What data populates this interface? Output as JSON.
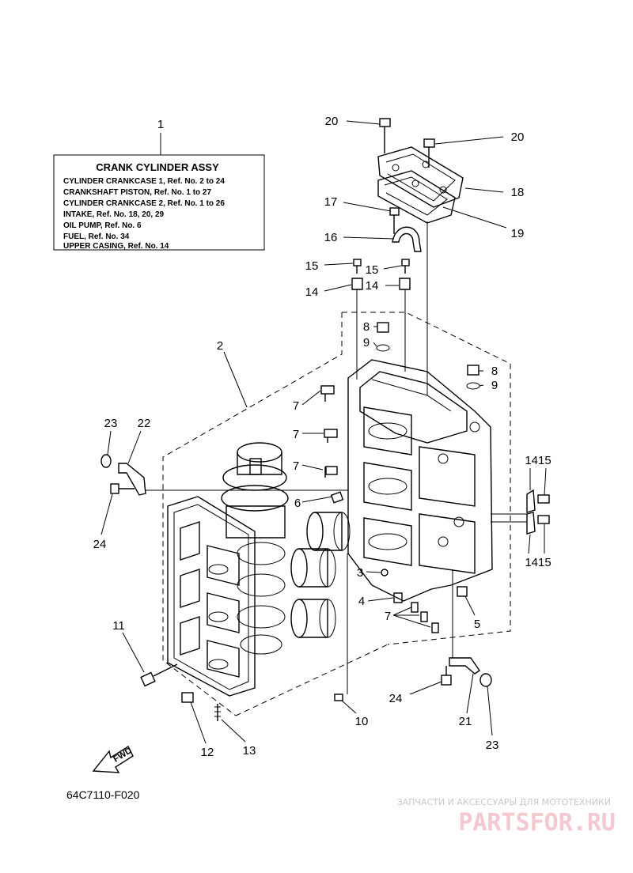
{
  "legend": {
    "title": "CRANK CYLINDER ASSY",
    "lines": [
      "CYLINDER CRANKCASE 1,  Ref. No. 2 to 24",
      "CRANKSHAFT PISTON,  Ref. No. 1 to 27",
      "CYLINDER CRANKCASE 2,  Ref. No. 1 to 26",
      "INTAKE,  Ref. No. 18, 20, 29",
      "OIL PUMP,  Ref. No. 6",
      "FUEL,  Ref. No. 34",
      "UPPER CASING,  Ref. No. 14"
    ]
  },
  "callouts": {
    "c1": "1",
    "c2": "2",
    "c3": "3",
    "c4": "4",
    "c5": "5",
    "c6": "6",
    "c7a": "7",
    "c7b": "7",
    "c7c": "7",
    "c7d": "7",
    "c8a": "8",
    "c8b": "8",
    "c9a": "9",
    "c9b": "9",
    "c10": "10",
    "c11": "11",
    "c12": "12",
    "c13": "13",
    "c14a": "14",
    "c14b": "14",
    "c15a": "15",
    "c15b": "15",
    "c1415a": "1415",
    "c1415b": "1415",
    "c16": "16",
    "c17": "17",
    "c18": "18",
    "c19": "19",
    "c20a": "20",
    "c20b": "20",
    "c21": "21",
    "c22": "22",
    "c23a": "23",
    "c23b": "23",
    "c24a": "24",
    "c24b": "24"
  },
  "fwd_label": "FWD",
  "diagram_code": "64C7110-F020",
  "watermark": {
    "tagline": "ЗАПЧАСТИ И АКСЕССУАРЫ ДЛЯ МОТОТЕХНИКИ",
    "brand": "PARTSFOR.RU"
  }
}
